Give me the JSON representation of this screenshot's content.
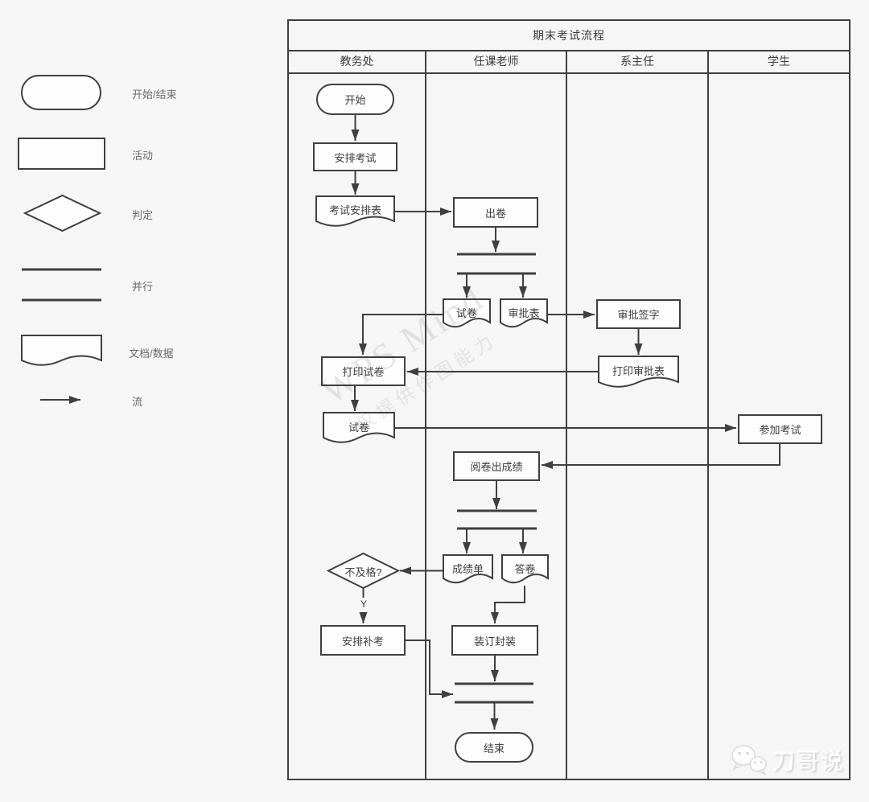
{
  "legend": {
    "items": {
      "start_end": {
        "shape": "stadium",
        "label": "开始/结束"
      },
      "activity": {
        "shape": "rect",
        "label": "活动"
      },
      "decision": {
        "shape": "diamond",
        "label": "判定"
      },
      "parallel": {
        "shape": "parallel-lines",
        "label": "并行"
      },
      "document": {
        "shape": "document",
        "label": "文档/数据"
      },
      "flow": {
        "shape": "arrow",
        "label": "流"
      }
    }
  },
  "chart": {
    "title": "期末考试流程",
    "lanes": {
      "lane1": {
        "label": "教务处"
      },
      "lane2": {
        "label": "任课老师"
      },
      "lane3": {
        "label": "系主任"
      },
      "lane4": {
        "label": "学生"
      }
    },
    "nodes": {
      "start": {
        "type": "start-end",
        "lane": "教务处",
        "label": "开始"
      },
      "arrange_exam": {
        "type": "activity",
        "lane": "教务处",
        "label": "安排考试"
      },
      "exam_schedule": {
        "type": "document",
        "lane": "教务处",
        "label": "考试安排表"
      },
      "create_paper": {
        "type": "activity",
        "lane": "任课老师",
        "label": "出卷"
      },
      "exam_paper": {
        "type": "document",
        "lane": "任课老师",
        "label": "试卷"
      },
      "approval_form": {
        "type": "document",
        "lane": "任课老师",
        "label": "审批表"
      },
      "approval_sign": {
        "type": "activity",
        "lane": "系主任",
        "label": "审批签字"
      },
      "print_approval_form": {
        "type": "document",
        "lane": "系主任",
        "label": "打印审批表"
      },
      "print_exam_paper": {
        "type": "activity",
        "lane": "教务处",
        "label": "打印试卷"
      },
      "exam_paper_printed": {
        "type": "document",
        "lane": "教务处",
        "label": "试卷"
      },
      "take_exam": {
        "type": "activity",
        "lane": "学生",
        "label": "参加考试"
      },
      "grade_exam": {
        "type": "activity",
        "lane": "任课老师",
        "label": "阅卷出成绩"
      },
      "score_sheet": {
        "type": "document",
        "lane": "任课老师",
        "label": "成绩单"
      },
      "answer_sheet": {
        "type": "document",
        "lane": "任课老师",
        "label": "答卷"
      },
      "fail_decision": {
        "type": "decision",
        "lane": "教务处",
        "label": "不及格?"
      },
      "arrange_makeup": {
        "type": "activity",
        "lane": "教务处",
        "label": "安排补考"
      },
      "bind_package": {
        "type": "activity",
        "lane": "任课老师",
        "label": "装订封装"
      },
      "end": {
        "type": "start-end",
        "lane": "任课老师",
        "label": "结束"
      }
    },
    "edge_labels": {
      "fail_yes": "Y"
    }
  },
  "watermarks": {
    "center_line1": "WPS Mind",
    "center_line2": "仅提供作图能力",
    "corner_text": "刀哥说",
    "corner_icon": "wechat-icon"
  },
  "colors": {
    "line": "#3f3f3f",
    "node_fill": "#fdfdfd",
    "background": "#f6f6f6",
    "text": "#3d3d3d",
    "watermark": "#dcdcdc"
  }
}
